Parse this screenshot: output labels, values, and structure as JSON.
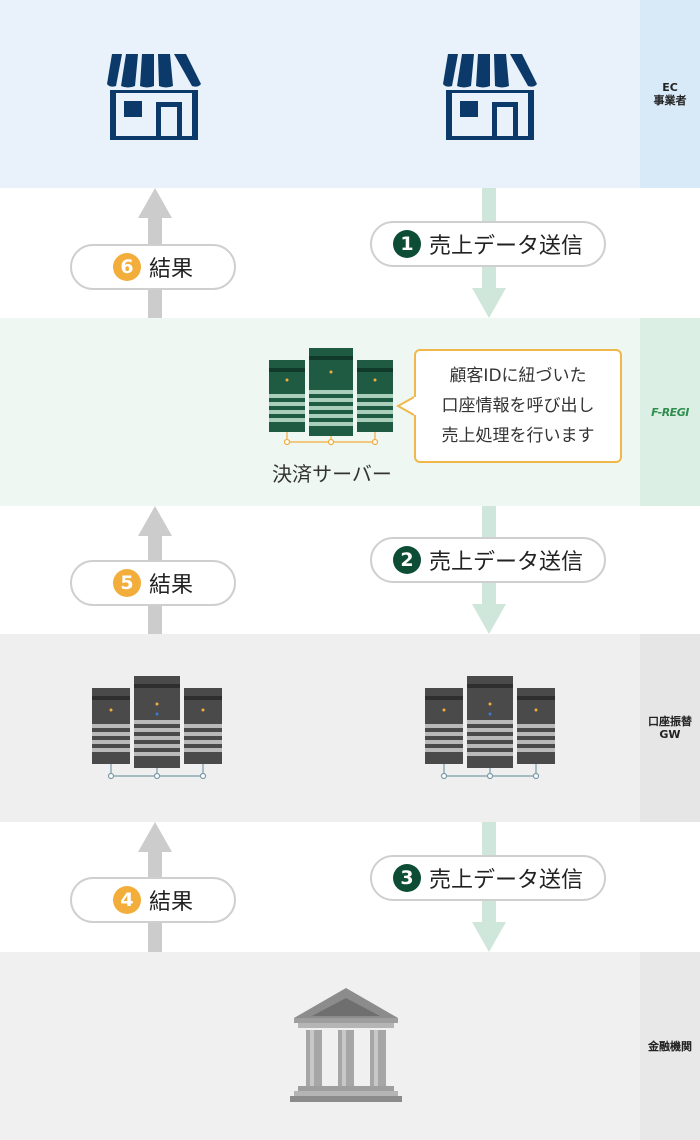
{
  "bands": {
    "ec": {
      "label": "EC\n事業者"
    },
    "fregi": {
      "logo": "F-REGI"
    },
    "gw": {
      "label": "口座振替\nGW"
    },
    "bank": {
      "label": "金融機関"
    }
  },
  "steps": {
    "send1": {
      "num": "1",
      "text": "売上データ送信"
    },
    "result6": {
      "num": "6",
      "text": "結果"
    },
    "send2": {
      "num": "2",
      "text": "売上データ送信"
    },
    "result5": {
      "num": "5",
      "text": "結果"
    },
    "send3": {
      "num": "3",
      "text": "売上データ送信"
    },
    "result4": {
      "num": "4",
      "text": "結果"
    }
  },
  "server": {
    "label": "決済サーバー"
  },
  "bubble": {
    "lines": [
      "顧客IDに紐づいた",
      "口座情報を呼び出し",
      "売上処理を行います"
    ]
  },
  "colors": {
    "navy": "#0b3a6a",
    "green_dark": "#0d4d35",
    "green_arrow": "#cfe6da",
    "gray_arrow": "#cccccc",
    "orange": "#f2ad3a",
    "server_dark": "#4a4a4a",
    "server_green": "#1f5a43"
  },
  "icons": [
    "store-icon",
    "server-icon",
    "bank-icon",
    "arrow-up-icon",
    "arrow-down-icon"
  ]
}
